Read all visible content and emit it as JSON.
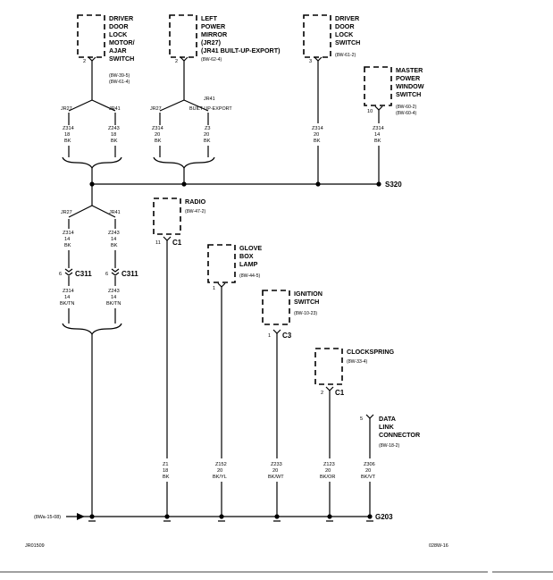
{
  "components": {
    "driver_lock_motor": {
      "title": [
        "DRIVER",
        "DOOR",
        "LOCK",
        "MOTOR/",
        "AJAR",
        "SWITCH"
      ],
      "refs": [
        "(8W-39-5)",
        "(8W-61-4)"
      ],
      "pin": "2"
    },
    "left_mirror": {
      "title": [
        "LEFT",
        "POWER",
        "MIRROR",
        "(JR27)",
        "(JR41 BUILT-UP-EXPORT)"
      ],
      "refs": [
        "(8W-62-4)"
      ],
      "pin": "2"
    },
    "driver_lock_switch": {
      "title": [
        "DRIVER",
        "DOOR",
        "LOCK",
        "SWITCH"
      ],
      "refs": [
        "(8W-61-2)"
      ],
      "pin": "3"
    },
    "master_window_switch": {
      "title": [
        "MASTER",
        "POWER",
        "WINDOW",
        "SWITCH"
      ],
      "refs": [
        "(8W-60-2)",
        "(8W-60-4)"
      ],
      "pin": "10"
    },
    "radio": {
      "title": [
        "RADIO"
      ],
      "refs": [
        "(8W-47-2)"
      ],
      "pin": "11",
      "connector": "C1"
    },
    "glove_box_lamp": {
      "title": [
        "GLOVE",
        "BOX",
        "LAMP"
      ],
      "refs": [
        "(8W-44-5)"
      ],
      "pin": "1"
    },
    "ignition_switch": {
      "title": [
        "IGNITION",
        "SWITCH"
      ],
      "refs": [
        "(8W-10-23)"
      ],
      "pin": "1",
      "connector": "C3"
    },
    "clockspring": {
      "title": [
        "CLOCKSPRING"
      ],
      "refs": [
        "(8W-33-4)"
      ],
      "pin": "2",
      "connector": "C1"
    },
    "data_link_connector": {
      "title": [
        "DATA",
        "LINK",
        "CONNECTOR"
      ],
      "refs": [
        "(8W-18-2)"
      ],
      "pin": "5"
    }
  },
  "variants": {
    "jr27": "JR27",
    "jr41": "JR41",
    "jr41_export": [
      "JR41",
      "BUILT-UP-EXPORT"
    ]
  },
  "wires": {
    "lock_jr27": [
      "Z314",
      "18",
      "BK"
    ],
    "lock_jr41": [
      "Z243",
      "18",
      "BK"
    ],
    "mirror_jr27": [
      "Z314",
      "20",
      "BK"
    ],
    "mirror_jr41": [
      "Z3",
      "20",
      "BK"
    ],
    "lock_switch": [
      "Z314",
      "20",
      "BK"
    ],
    "window_switch": [
      "Z314",
      "14",
      "BK"
    ],
    "mid_jr27": [
      "Z314",
      "14",
      "BK"
    ],
    "mid_jr41": [
      "Z243",
      "14",
      "BK"
    ],
    "c311_jr27": [
      "Z314",
      "14",
      "BK/TN"
    ],
    "c311_jr41": [
      "Z243",
      "14",
      "BK/TN"
    ],
    "radio": [
      "Z1",
      "18",
      "BK"
    ],
    "glove": [
      "Z152",
      "20",
      "BK/YL"
    ],
    "ignition": [
      "Z233",
      "20",
      "BK/WT"
    ],
    "clockspring": [
      "Z123",
      "20",
      "BK/OR"
    ],
    "dlc": [
      "Z306",
      "20",
      "BK/VT"
    ]
  },
  "connectors": {
    "c311_left_pin": "6",
    "c311_right_pin": "6",
    "c311_label": "C311"
  },
  "splices": {
    "s320": "S320"
  },
  "ground": {
    "label": "G203",
    "ref": "(8Wa-15-08)"
  },
  "footer": {
    "left_code": "JR01509",
    "right_code": "028W-16"
  }
}
